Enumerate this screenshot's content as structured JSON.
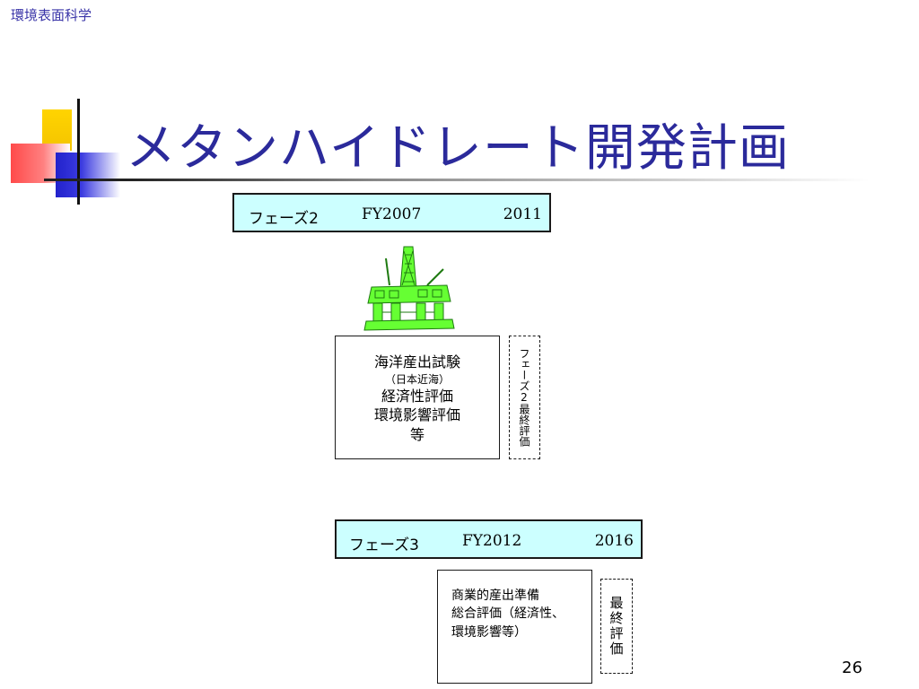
{
  "header": {
    "course_label": "環境表面科学"
  },
  "slide": {
    "title": "メタンハイドレート開発計画",
    "page_number": "26"
  },
  "phase2": {
    "name": "フェーズ2",
    "fy_start": "FY2007",
    "fy_end": "2011",
    "content_lines": [
      "海洋産出試験",
      "（日本近海）",
      "経済性評価",
      "環境影響評価",
      "等"
    ],
    "final_eval": "フェーズ2最終評価"
  },
  "phase3": {
    "name": "フェーズ3",
    "fy_start": "FY2012",
    "fy_end": "2016",
    "content_lines": [
      "商業的産出準備",
      "総合評価（経済性、",
      "環境影響等）"
    ],
    "final_eval": "最終評価"
  },
  "colors": {
    "title": "#2b2a9b",
    "phase_box_fill": "#ccffff",
    "rig": "#66ff33"
  },
  "icons": {
    "rig": "offshore-drilling-rig-icon"
  }
}
